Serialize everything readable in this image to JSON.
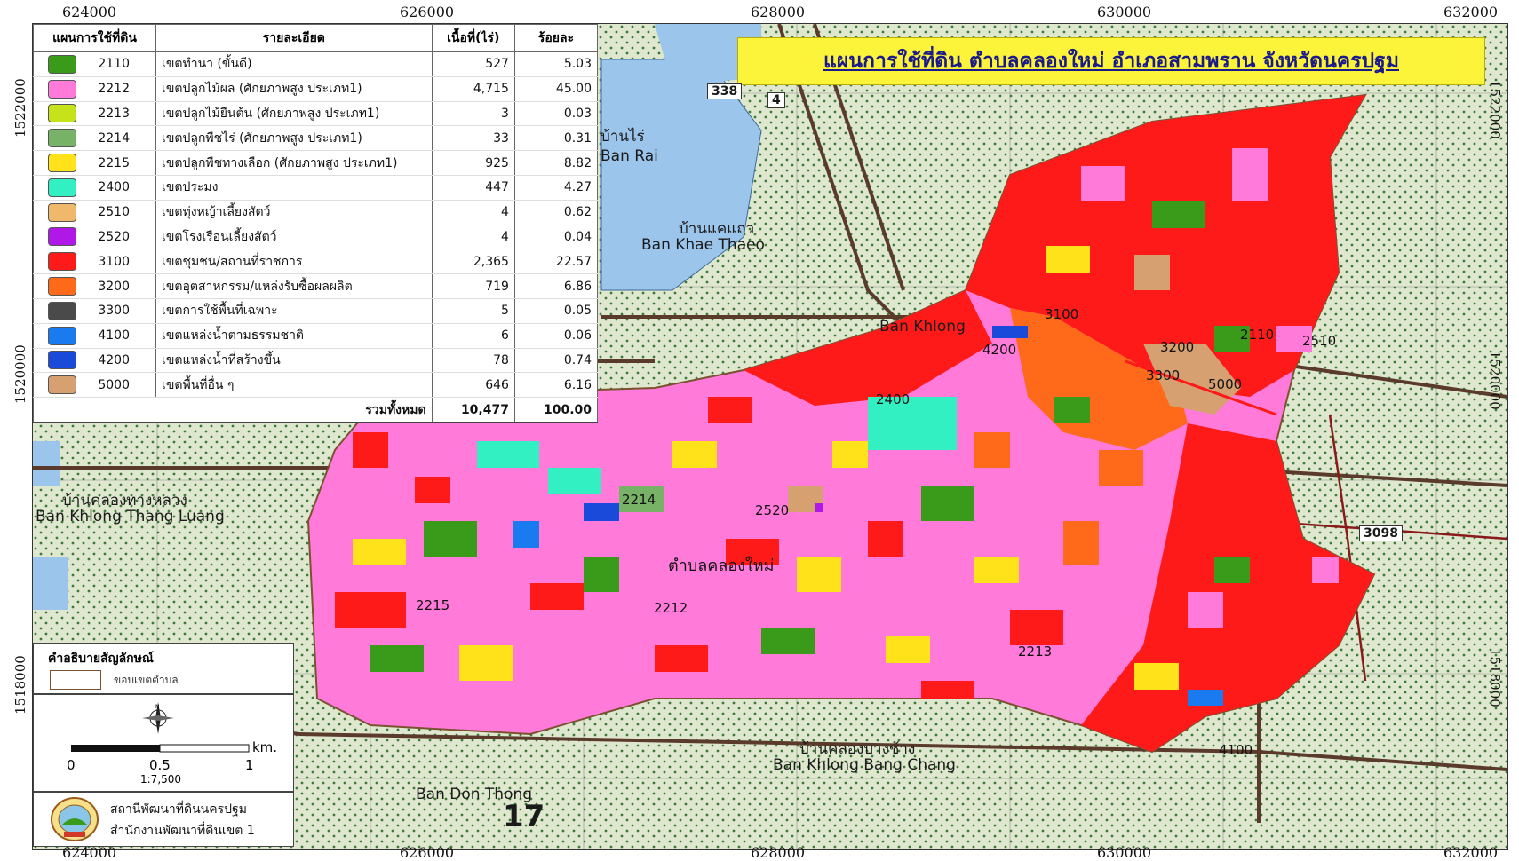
{
  "title": "แผนการใช้ที่ดิน ตำบลคลองใหม่  อำเภอสามพราน จังหวัดนครปฐม",
  "coords": {
    "top": [
      "624000",
      "626000",
      "628000",
      "630000",
      "632000"
    ],
    "bottom": [
      "624000",
      "626000",
      "628000",
      "630000",
      "632000"
    ],
    "left": [
      "1522000",
      "1520000",
      "1518000"
    ],
    "right": [
      "1522000",
      "1520000",
      "1518000"
    ]
  },
  "legend": {
    "headers": {
      "code": "แผนการใช้ที่ดิน",
      "desc": "รายละเอียด",
      "area": "เนื้อที่(ไร่)",
      "pct": "ร้อยละ"
    },
    "rows": [
      {
        "code": "2110",
        "desc": "เขตทำนา (ขั้นดี)",
        "area": "527",
        "pct": "5.03",
        "color": "#3a9a1a"
      },
      {
        "code": "2212",
        "desc": "เขตปลูกไม้ผล (ศักยภาพสูง ประเภท1)",
        "area": "4,715",
        "pct": "45.00",
        "color": "#ff7ad9"
      },
      {
        "code": "2213",
        "desc": "เขตปลูกไม้ยืนต้น (ศักยภาพสูง ประเภท1)",
        "area": "3",
        "pct": "0.03",
        "color": "#c6e21a"
      },
      {
        "code": "2214",
        "desc": "เขตปลูกพืชไร่ (ศักยภาพสูง ประเภท1)",
        "area": "33",
        "pct": "0.31",
        "color": "#77b266"
      },
      {
        "code": "2215",
        "desc": "เขตปลูกพืชทางเลือก (ศักยภาพสูง ประเภท1)",
        "area": "925",
        "pct": "8.82",
        "color": "#ffe21a"
      },
      {
        "code": "2400",
        "desc": "เขตประมง",
        "area": "447",
        "pct": "4.27",
        "color": "#33f0c2"
      },
      {
        "code": "2510",
        "desc": "เขตทุ่งหญ้าเลี้ยงสัตว์",
        "area": "4",
        "pct": "0.62",
        "color": "#f0b86b"
      },
      {
        "code": "2520",
        "desc": "เขตโรงเรือนเลี้ยงสัตว์",
        "area": "4",
        "pct": "0.04",
        "color": "#b018e8"
      },
      {
        "code": "3100",
        "desc": "เขตชุมชน/สถานที่ราชการ",
        "area": "2,365",
        "pct": "22.57",
        "color": "#ff1a1a"
      },
      {
        "code": "3200",
        "desc": "เขตอุตสาหกรรม/แหล่งรับซื้อผลผลิต",
        "area": "719",
        "pct": "6.86",
        "color": "#ff6a1a"
      },
      {
        "code": "3300",
        "desc": "เขตการใช้พื้นที่เฉพาะ",
        "area": "5",
        "pct": "0.05",
        "color": "#4a4a4a"
      },
      {
        "code": "4100",
        "desc": "เขตแหล่งน้ำตามธรรมชาติ",
        "area": "6",
        "pct": "0.06",
        "color": "#1a7af0"
      },
      {
        "code": "4200",
        "desc": "เขตแหล่งน้ำที่สร้างขึ้น",
        "area": "78",
        "pct": "0.74",
        "color": "#1a4ad9"
      },
      {
        "code": "5000",
        "desc": "เขตพื้นที่อื่น ๆ",
        "area": "646",
        "pct": "6.16",
        "color": "#d6a070"
      }
    ],
    "total": {
      "label": "รวมทั้งหมด",
      "area": "10,477",
      "pct": "100.00"
    }
  },
  "symbols": {
    "title": "คำอธิบายสัญลักษณ์",
    "boundary": "ขอบเขตตำบล"
  },
  "scale": {
    "ticks": [
      "0",
      "0.5",
      "1"
    ],
    "unit": "km.",
    "ratio": "1:7,500"
  },
  "agency": {
    "line1": "สถานีพัฒนาที่ดินนครปฐม",
    "line2": "สำนักงานพัฒนาที่ดินเขต 1"
  },
  "zone_labels": [
    "3100",
    "4200",
    "3200",
    "2110",
    "2510",
    "3300",
    "5000",
    "2400",
    "2214",
    "2520",
    "2215",
    "2212",
    "2213",
    "4100"
  ],
  "district_label": "ตำบลคลองใหม่",
  "place_labels": [
    "บ้านไร่",
    "Ban Rai",
    "บ้านแคแถว",
    "Ban Khae Thaeo",
    "บ้านคลองทางหลวง",
    "Ban Khlong Thang Luang",
    "บ้านคลองบางช้าง",
    "Ban Khlong Bang Chang",
    "Ban Don Thong",
    "Ban Khlong",
    "3098",
    "338",
    "4",
    "17"
  ],
  "colors": {
    "background": "#dfe8cf",
    "water": "#9cc5ec",
    "road": "#5a3a2a",
    "boundary": "#7a5230",
    "title_bg": "#fcf43b"
  }
}
